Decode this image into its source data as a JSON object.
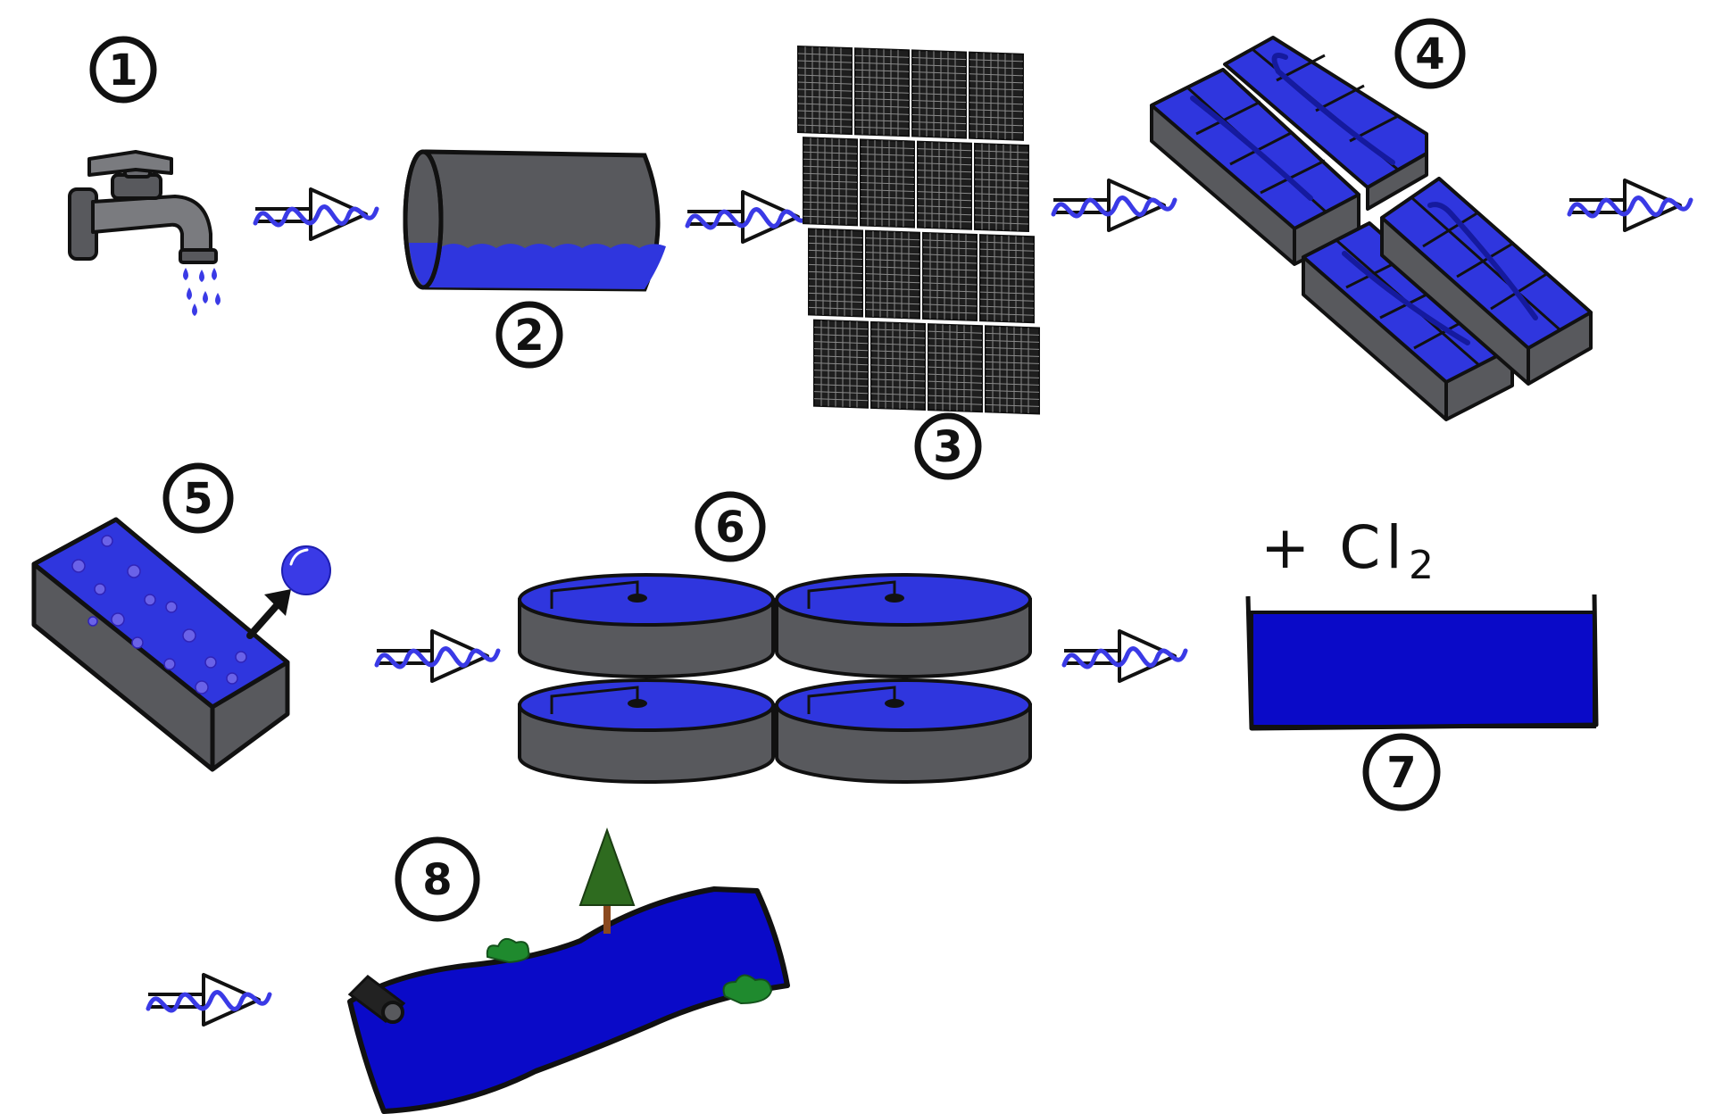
{
  "steps": [
    {
      "number": "1",
      "icon": "faucet-icon"
    },
    {
      "number": "2",
      "icon": "collection-tank-icon"
    },
    {
      "number": "3",
      "icon": "screen-filter-icon"
    },
    {
      "number": "4",
      "icon": "mixing-basins-icon"
    },
    {
      "number": "5",
      "icon": "aeration-tank-icon"
    },
    {
      "number": "6",
      "icon": "clarifier-tanks-icon"
    },
    {
      "number": "7",
      "icon": "disinfection-tank-icon"
    },
    {
      "number": "8",
      "icon": "river-discharge-icon"
    }
  ],
  "chlorine_label": {
    "prefix": "+ Cl",
    "subscript": "2"
  },
  "colors": {
    "water": "#3a3ae6",
    "deep_water": "#0a0ac8",
    "tank": "#58595d",
    "outline": "#111111"
  }
}
